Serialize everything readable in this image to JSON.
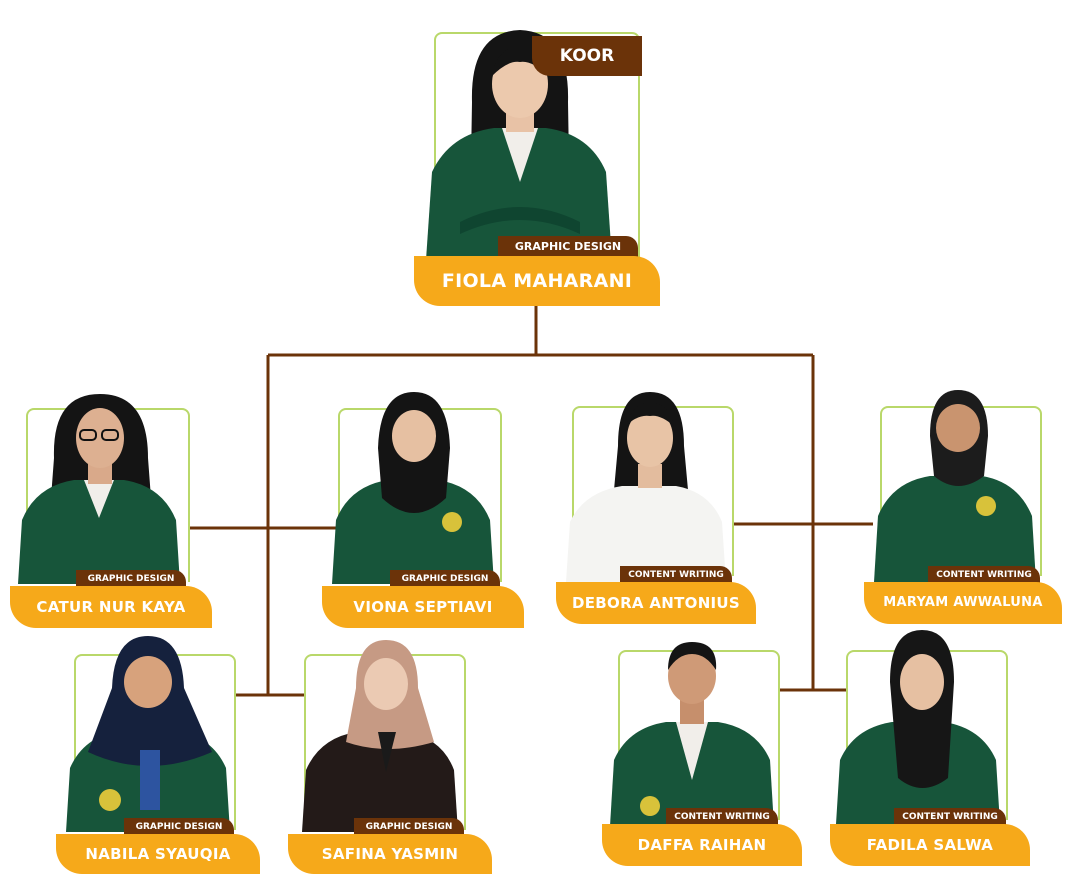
{
  "colors": {
    "accent": "#f6a91a",
    "brand_dark": "#6b3309",
    "frame": "#b9d86a",
    "jacket": "#17553a"
  },
  "lead": {
    "badge": "KOOR",
    "role": "GRAPHIC DESIGN",
    "name": "FIOLA MAHARANI"
  },
  "members": [
    {
      "name": "CATUR NUR KAYA",
      "role": "GRAPHIC DESIGN",
      "outfit": "jacket",
      "hijab": false
    },
    {
      "name": "VIONA SEPTIAVI",
      "role": "GRAPHIC DESIGN",
      "outfit": "jacket",
      "hijab": true
    },
    {
      "name": "DEBORA ANTONIUS",
      "role": "CONTENT WRITING",
      "outfit": "white",
      "hijab": false
    },
    {
      "name": "MARYAM AWWALUNA",
      "role": "CONTENT WRITING",
      "outfit": "jacket",
      "hijab": true
    },
    {
      "name": "NABILA SYAUQIA",
      "role": "GRAPHIC DESIGN",
      "outfit": "jacket",
      "hijab": true
    },
    {
      "name": "SAFINA YASMIN",
      "role": "GRAPHIC DESIGN",
      "outfit": "black",
      "hijab": true
    },
    {
      "name": "DAFFA RAIHAN",
      "role": "CONTENT WRITING",
      "outfit": "jacket",
      "hijab": false
    },
    {
      "name": "FADILA SALWA",
      "role": "CONTENT WRITING",
      "outfit": "jacket",
      "hijab": true
    }
  ]
}
